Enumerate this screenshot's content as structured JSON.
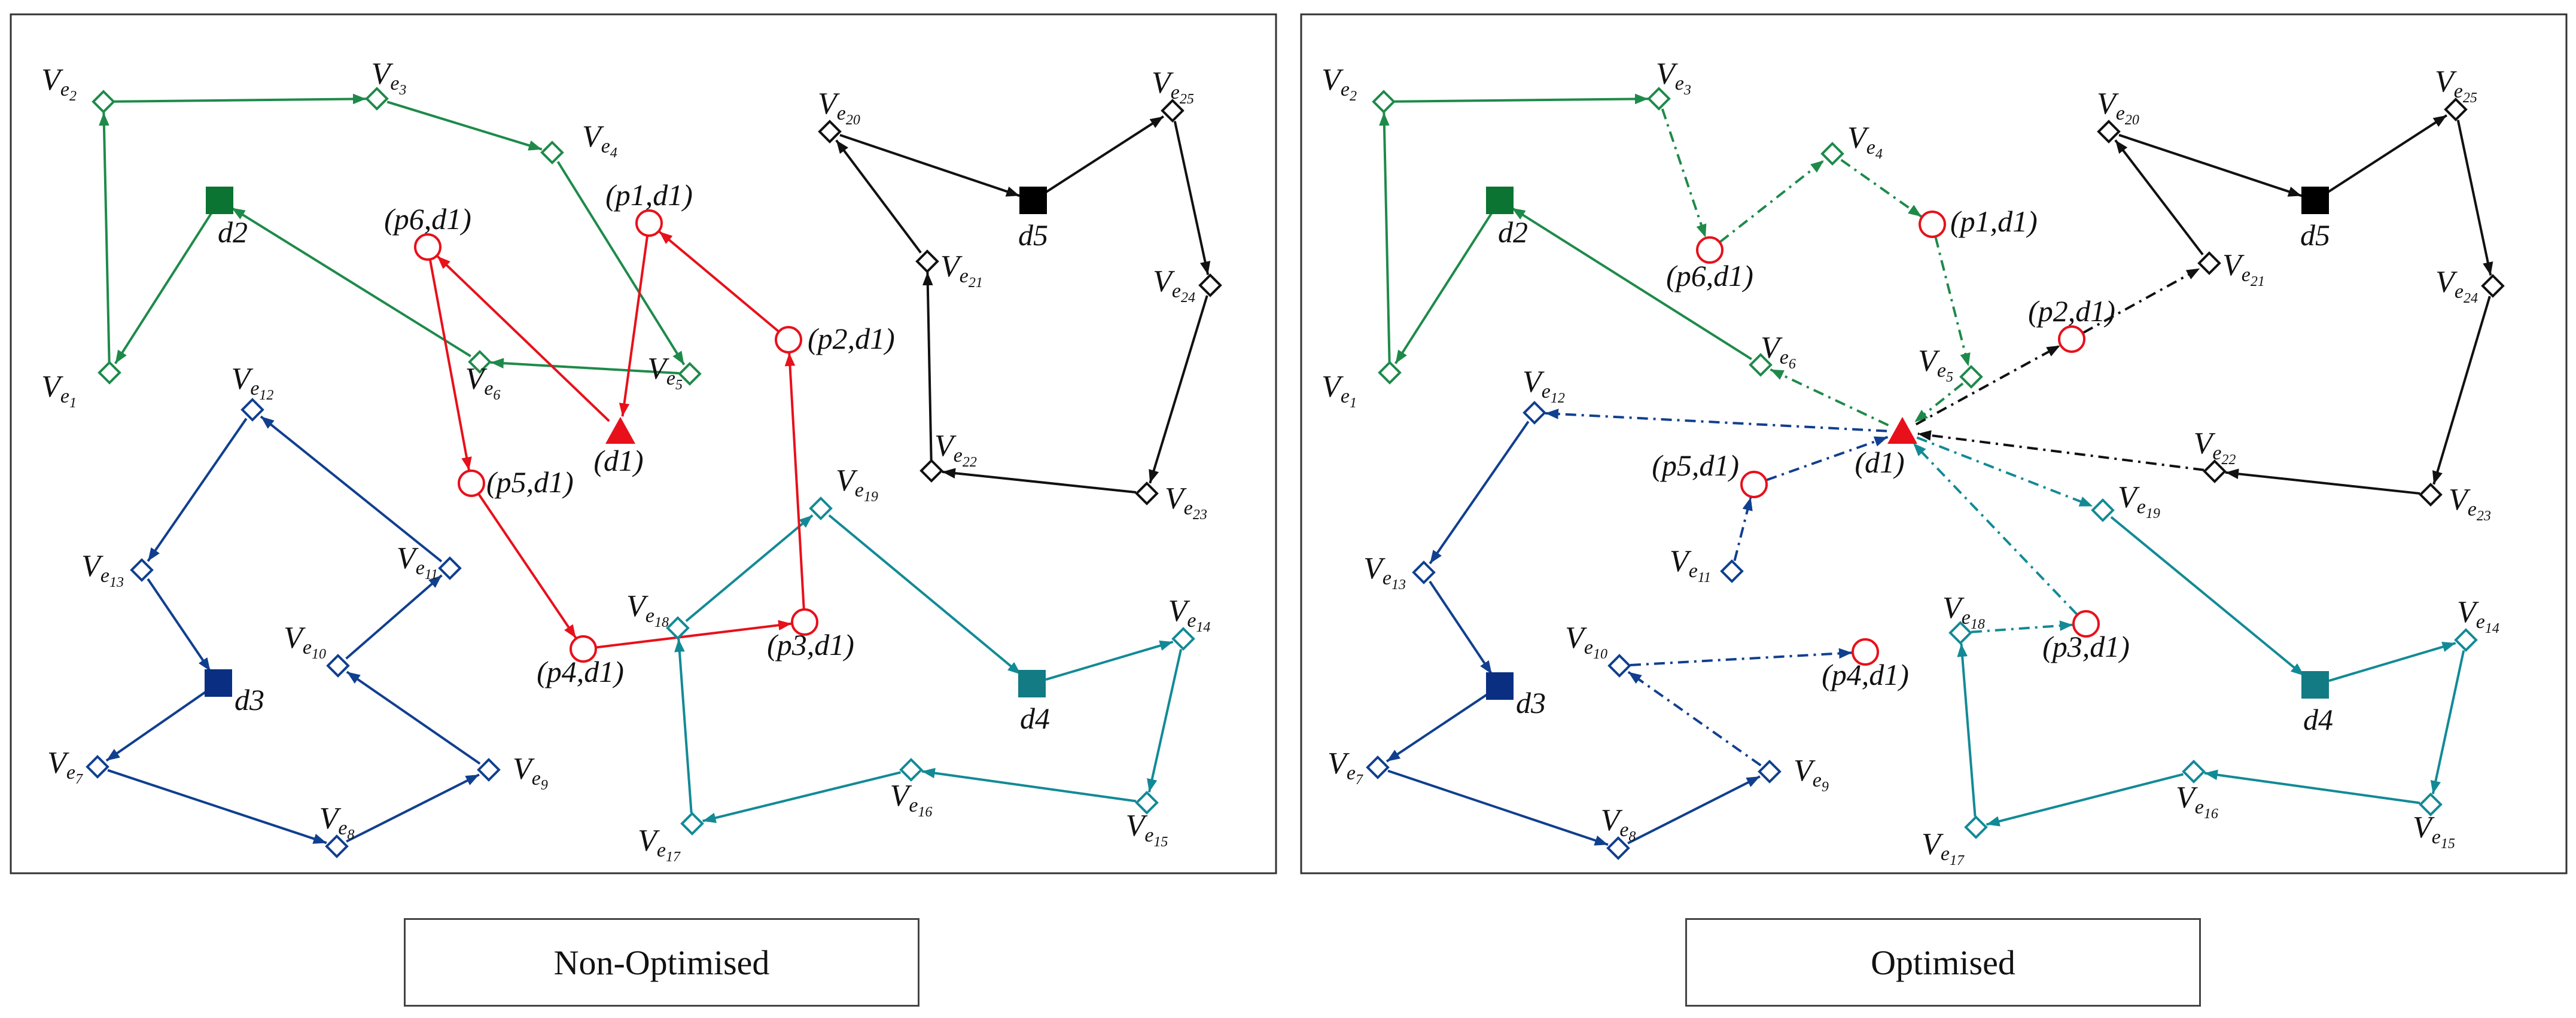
{
  "captions": {
    "left": "Non-Optimised",
    "right": "Optimised"
  },
  "colors": {
    "green": "#1e8a4a",
    "navy": "#103f8f",
    "teal": "#128a96",
    "red": "#e8101a",
    "black": "#111111",
    "green_depot": "#0b7433",
    "navy_depot": "#0a2f82",
    "teal_depot": "#127b84",
    "black_depot": "#000000"
  },
  "vertices": [
    {
      "id": "Ve1",
      "sub": "1",
      "group": "green"
    },
    {
      "id": "Ve2",
      "sub": "2",
      "group": "green"
    },
    {
      "id": "Ve3",
      "sub": "3",
      "group": "green"
    },
    {
      "id": "Ve4",
      "sub": "4",
      "group": "green"
    },
    {
      "id": "Ve5",
      "sub": "5",
      "group": "green"
    },
    {
      "id": "Ve6",
      "sub": "6",
      "group": "green"
    },
    {
      "id": "Ve7",
      "sub": "7",
      "group": "navy"
    },
    {
      "id": "Ve8",
      "sub": "8",
      "group": "navy"
    },
    {
      "id": "Ve9",
      "sub": "9",
      "group": "navy"
    },
    {
      "id": "Ve10",
      "sub": "10",
      "group": "navy"
    },
    {
      "id": "Ve11",
      "sub": "11",
      "group": "navy"
    },
    {
      "id": "Ve12",
      "sub": "12",
      "group": "navy"
    },
    {
      "id": "Ve13",
      "sub": "13",
      "group": "navy"
    },
    {
      "id": "Ve14",
      "sub": "14",
      "group": "teal"
    },
    {
      "id": "Ve15",
      "sub": "15",
      "group": "teal"
    },
    {
      "id": "Ve16",
      "sub": "16",
      "group": "teal"
    },
    {
      "id": "Ve17",
      "sub": "17",
      "group": "teal"
    },
    {
      "id": "Ve18",
      "sub": "18",
      "group": "teal"
    },
    {
      "id": "Ve19",
      "sub": "19",
      "group": "teal"
    },
    {
      "id": "Ve20",
      "sub": "20",
      "group": "black"
    },
    {
      "id": "Ve21",
      "sub": "21",
      "group": "black"
    },
    {
      "id": "Ve22",
      "sub": "22",
      "group": "black"
    },
    {
      "id": "Ve23",
      "sub": "23",
      "group": "black"
    },
    {
      "id": "Ve24",
      "sub": "24",
      "group": "black"
    },
    {
      "id": "Ve25",
      "sub": "25",
      "group": "black"
    }
  ],
  "depots": [
    {
      "id": "d1",
      "label": "(d1)",
      "shape": "triangle",
      "group": "red"
    },
    {
      "id": "d2",
      "label": "d2",
      "shape": "square",
      "group": "green"
    },
    {
      "id": "d3",
      "label": "d3",
      "shape": "square",
      "group": "navy"
    },
    {
      "id": "d4",
      "label": "d4",
      "shape": "square",
      "group": "teal"
    },
    {
      "id": "d5",
      "label": "d5",
      "shape": "square",
      "group": "black"
    }
  ],
  "pickups": [
    {
      "id": "p1",
      "label": "(p1,d1)"
    },
    {
      "id": "p2",
      "label": "(p2,d1)"
    },
    {
      "id": "p3",
      "label": "(p3,d1)"
    },
    {
      "id": "p4",
      "label": "(p4,d1)"
    },
    {
      "id": "p5",
      "label": "(p5,d1)"
    },
    {
      "id": "p6",
      "label": "(p6,d1)"
    }
  ],
  "panels": [
    {
      "name": "non-optimised",
      "edges": [
        {
          "from": "d2",
          "to": "Ve1",
          "group": "green",
          "style": "solid"
        },
        {
          "from": "Ve1",
          "to": "Ve2",
          "group": "green",
          "style": "solid"
        },
        {
          "from": "Ve2",
          "to": "Ve3",
          "group": "green",
          "style": "solid"
        },
        {
          "from": "Ve3",
          "to": "Ve4",
          "group": "green",
          "style": "solid"
        },
        {
          "from": "Ve4",
          "to": "Ve5",
          "group": "green",
          "style": "solid"
        },
        {
          "from": "Ve5",
          "to": "Ve6",
          "group": "green",
          "style": "solid"
        },
        {
          "from": "Ve6",
          "to": "d2",
          "group": "green",
          "style": "solid"
        },
        {
          "from": "d3",
          "to": "Ve7",
          "group": "navy",
          "style": "solid"
        },
        {
          "from": "Ve7",
          "to": "Ve8",
          "group": "navy",
          "style": "solid"
        },
        {
          "from": "Ve8",
          "to": "Ve9",
          "group": "navy",
          "style": "solid"
        },
        {
          "from": "Ve9",
          "to": "Ve10",
          "group": "navy",
          "style": "solid"
        },
        {
          "from": "Ve10",
          "to": "Ve11",
          "group": "navy",
          "style": "solid"
        },
        {
          "from": "Ve11",
          "to": "Ve12",
          "group": "navy",
          "style": "solid"
        },
        {
          "from": "Ve12",
          "to": "Ve13",
          "group": "navy",
          "style": "solid"
        },
        {
          "from": "Ve13",
          "to": "d3",
          "group": "navy",
          "style": "solid"
        },
        {
          "from": "d4",
          "to": "Ve14",
          "group": "teal",
          "style": "solid"
        },
        {
          "from": "Ve14",
          "to": "Ve15",
          "group": "teal",
          "style": "solid"
        },
        {
          "from": "Ve15",
          "to": "Ve16",
          "group": "teal",
          "style": "solid"
        },
        {
          "from": "Ve16",
          "to": "Ve17",
          "group": "teal",
          "style": "solid"
        },
        {
          "from": "Ve17",
          "to": "Ve18",
          "group": "teal",
          "style": "solid"
        },
        {
          "from": "Ve18",
          "to": "Ve19",
          "group": "teal",
          "style": "solid"
        },
        {
          "from": "Ve19",
          "to": "d4",
          "group": "teal",
          "style": "solid"
        },
        {
          "from": "d5",
          "to": "Ve25",
          "group": "black",
          "style": "solid",
          "reverse": true
        },
        {
          "from": "Ve25",
          "to": "Ve24",
          "group": "black",
          "style": "solid",
          "reverse": true
        },
        {
          "from": "Ve24",
          "to": "Ve23",
          "group": "black",
          "style": "solid",
          "reverse": true
        },
        {
          "from": "Ve23",
          "to": "Ve22",
          "group": "black",
          "style": "solid",
          "reverse": true
        },
        {
          "from": "Ve22",
          "to": "Ve21",
          "group": "black",
          "style": "solid",
          "reverse": true
        },
        {
          "from": "Ve21",
          "to": "Ve20",
          "group": "black",
          "style": "solid",
          "reverse": true
        },
        {
          "from": "Ve20",
          "to": "d5",
          "group": "black",
          "style": "solid",
          "reverse": true
        },
        {
          "from": "d1",
          "to": "p6",
          "group": "red",
          "style": "solid"
        },
        {
          "from": "p6",
          "to": "p5",
          "group": "red",
          "style": "solid"
        },
        {
          "from": "p5",
          "to": "p4",
          "group": "red",
          "style": "solid"
        },
        {
          "from": "p4",
          "to": "p3",
          "group": "red",
          "style": "solid"
        },
        {
          "from": "p3",
          "to": "p2",
          "group": "red",
          "style": "solid"
        },
        {
          "from": "p2",
          "to": "p1",
          "group": "red",
          "style": "solid"
        },
        {
          "from": "p1",
          "to": "d1",
          "group": "red",
          "style": "solid"
        }
      ]
    },
    {
      "name": "optimised",
      "edges": [
        {
          "from": "d2",
          "to": "Ve1",
          "group": "green",
          "style": "solid"
        },
        {
          "from": "Ve1",
          "to": "Ve2",
          "group": "green",
          "style": "solid"
        },
        {
          "from": "Ve2",
          "to": "Ve3",
          "group": "green",
          "style": "solid"
        },
        {
          "from": "Ve3",
          "to": "p6",
          "group": "green",
          "style": "dashdot"
        },
        {
          "from": "p6",
          "to": "Ve4",
          "group": "green",
          "style": "dashdot"
        },
        {
          "from": "Ve4",
          "to": "p1",
          "group": "green",
          "style": "dashdot"
        },
        {
          "from": "p1",
          "to": "Ve5",
          "group": "green",
          "style": "dashdot"
        },
        {
          "from": "Ve5",
          "to": "d1",
          "group": "green",
          "style": "dashdot"
        },
        {
          "from": "d1",
          "to": "Ve6",
          "group": "green",
          "style": "dashdot"
        },
        {
          "from": "Ve6",
          "to": "d2",
          "group": "green",
          "style": "solid"
        },
        {
          "from": "d3",
          "to": "Ve7",
          "group": "navy",
          "style": "solid"
        },
        {
          "from": "Ve7",
          "to": "Ve8",
          "group": "navy",
          "style": "solid"
        },
        {
          "from": "Ve8",
          "to": "Ve9",
          "group": "navy",
          "style": "solid"
        },
        {
          "from": "Ve9",
          "to": "Ve10",
          "group": "navy",
          "style": "dashdot"
        },
        {
          "from": "Ve10",
          "to": "p4",
          "group": "navy",
          "style": "dashdot"
        },
        {
          "from": "Ve11",
          "to": "p5",
          "group": "navy",
          "style": "dashdot"
        },
        {
          "from": "p5",
          "to": "d1",
          "group": "navy",
          "style": "dashdot"
        },
        {
          "from": "d1",
          "to": "Ve12",
          "group": "navy",
          "style": "dashdot"
        },
        {
          "from": "Ve12",
          "to": "Ve13",
          "group": "navy",
          "style": "solid"
        },
        {
          "from": "Ve13",
          "to": "d3",
          "group": "navy",
          "style": "solid"
        },
        {
          "from": "d4",
          "to": "Ve14",
          "group": "teal",
          "style": "solid"
        },
        {
          "from": "Ve14",
          "to": "Ve15",
          "group": "teal",
          "style": "solid"
        },
        {
          "from": "Ve15",
          "to": "Ve16",
          "group": "teal",
          "style": "solid"
        },
        {
          "from": "Ve16",
          "to": "Ve17",
          "group": "teal",
          "style": "solid"
        },
        {
          "from": "Ve17",
          "to": "Ve18",
          "group": "teal",
          "style": "solid"
        },
        {
          "from": "Ve18",
          "to": "p3",
          "group": "teal",
          "style": "dashdot"
        },
        {
          "from": "p3",
          "to": "d1",
          "group": "teal",
          "style": "dashdot"
        },
        {
          "from": "d1",
          "to": "Ve19",
          "group": "teal",
          "style": "dashdot"
        },
        {
          "from": "Ve19",
          "to": "d4",
          "group": "teal",
          "style": "solid"
        },
        {
          "from": "d5",
          "to": "Ve25",
          "group": "black",
          "style": "solid",
          "reverse": true
        },
        {
          "from": "Ve25",
          "to": "Ve24",
          "group": "black",
          "style": "solid",
          "reverse": true
        },
        {
          "from": "Ve24",
          "to": "Ve23",
          "group": "black",
          "style": "solid",
          "reverse": true
        },
        {
          "from": "Ve23",
          "to": "Ve22",
          "group": "black",
          "style": "solid",
          "reverse": true
        },
        {
          "from": "Ve22",
          "to": "d1",
          "group": "black",
          "style": "dashdot",
          "reverse": true
        },
        {
          "from": "d1",
          "to": "p2",
          "group": "black",
          "style": "dashdot",
          "reverse": true
        },
        {
          "from": "p2",
          "to": "Ve21",
          "group": "black",
          "style": "dashdot",
          "reverse": true
        },
        {
          "from": "Ve21",
          "to": "Ve20",
          "group": "black",
          "style": "solid",
          "reverse": true
        },
        {
          "from": "Ve20",
          "to": "d5",
          "group": "black",
          "style": "solid",
          "reverse": true
        }
      ]
    }
  ]
}
